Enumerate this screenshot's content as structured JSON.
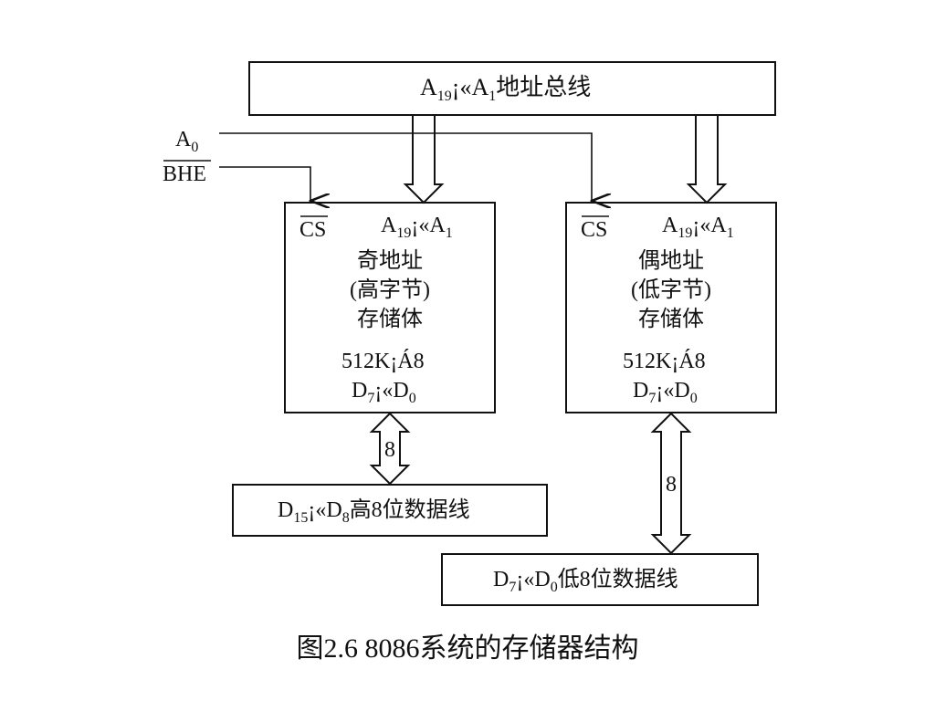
{
  "colors": {
    "line": "#111111",
    "background": "#ffffff"
  },
  "address_bus": {
    "a": "A",
    "a_sub": "19",
    "sep": "¡«",
    "b": "A",
    "b_sub": "1",
    "tail": "地址总线"
  },
  "a0": {
    "main": "A",
    "sub": "0"
  },
  "bhe": "BHE",
  "odd_bank": {
    "cs": "CS",
    "addr": {
      "a": "A",
      "a_sub": "19",
      "sep": "¡«",
      "b": "A",
      "b_sub": "1"
    },
    "line1": "奇地址",
    "line2": "(高字节)",
    "line3": "存储体",
    "size": "512K¡Á8",
    "data": {
      "a": "D",
      "a_sub": "7",
      "sep": "¡«",
      "b": "D",
      "b_sub": "0"
    }
  },
  "even_bank": {
    "cs": "CS",
    "addr": {
      "a": "A",
      "a_sub": "19",
      "sep": "¡«",
      "b": "A",
      "b_sub": "1"
    },
    "line1": "偶地址",
    "line2": "(低字节)",
    "line3": "存储体",
    "size": "512K¡Á8",
    "data": {
      "a": "D",
      "a_sub": "7",
      "sep": "¡«",
      "b": "D",
      "b_sub": "0"
    }
  },
  "odd_width": "8",
  "even_width": "8",
  "high_bus": {
    "a": "D",
    "a_sub": "15",
    "sep": "¡«",
    "b": "D",
    "b_sub": "8",
    "tail": "高8位数据线"
  },
  "low_bus": {
    "a": "D",
    "a_sub": "7",
    "sep": "¡«",
    "b": "D",
    "b_sub": "0",
    "tail": "低8位数据线"
  },
  "caption": "图2.6  8086系统的存储器结构"
}
